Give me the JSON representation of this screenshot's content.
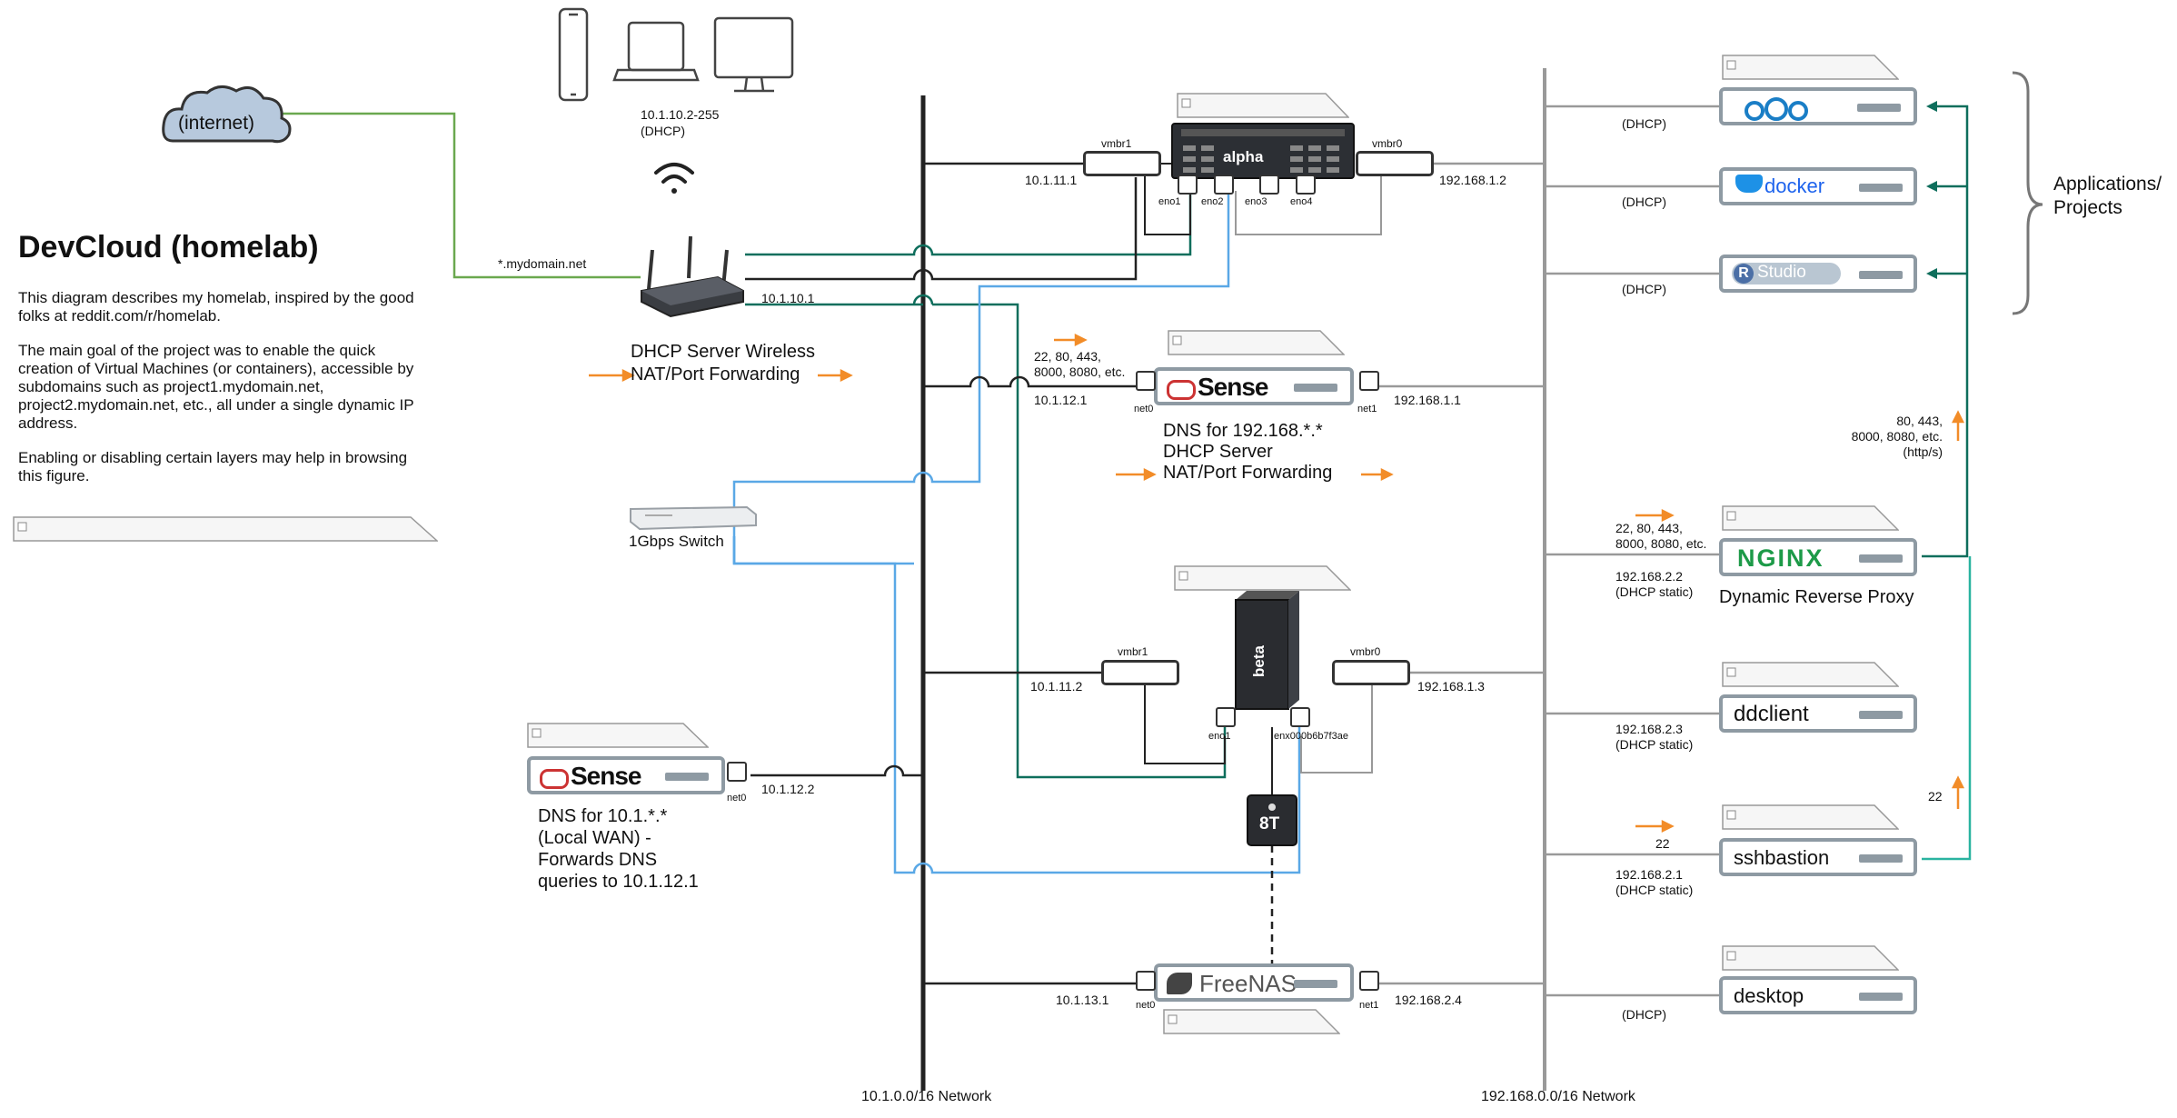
{
  "intro": {
    "title": "DevCloud (homelab)",
    "paragraphs": [
      "This diagram describes my homelab, inspired by the good folks at reddit.com/r/homelab.",
      "The main goal of the project was to enable the quick creation of Virtual Machines (or containers), accessible by subdomains such as project1.mydomain.net, project2.mydomain.net, etc., all under a single dynamic IP address.",
      "Enabling or disabling certain layers may help in browsing this figure."
    ]
  },
  "internet": {
    "label": "(internet)",
    "link_label": "*.mydomain.net"
  },
  "clients": {
    "range": "10.1.10.2-255",
    "mode": "(DHCP)"
  },
  "router": {
    "ip": "10.1.10.1",
    "label_line1": "DHCP Server Wireless",
    "label_line2": "NAT/Port Forwarding"
  },
  "switch": {
    "label": "1Gbps Switch"
  },
  "alpha": {
    "name": "alpha",
    "vmbr1": "vmbr1",
    "vmbr0": "vmbr0",
    "ip_left": "10.1.11.1",
    "ip_right": "192.168.1.2",
    "ports": [
      "eno1",
      "eno2",
      "eno3",
      "eno4"
    ]
  },
  "pfsense_main": {
    "logo": "Sense",
    "ports_label": "22, 80, 443,\n8000, 8080, etc.",
    "net0": "net0",
    "net1": "net1",
    "ip_left": "10.1.12.1",
    "ip_right": "192.168.1.1",
    "desc_line1": "DNS for 192.168.*.*",
    "desc_line2": "DHCP Server",
    "desc_line3": "NAT/Port Forwarding"
  },
  "beta": {
    "name": "beta",
    "vmbr1": "vmbr1",
    "vmbr0": "vmbr0",
    "ip_left": "10.1.11.2",
    "ip_right": "192.168.1.3",
    "port_left": "eno1",
    "port_right": "enx000b6b7f3ae",
    "disk": "8T"
  },
  "pfsense_local": {
    "logo": "Sense",
    "net0": "net0",
    "ip": "10.1.12.2",
    "desc": "DNS for 10.1.*.*\n(Local WAN) -\nForwards DNS\nqueries to 10.1.12.1"
  },
  "freenas": {
    "logo": "FreeNAS",
    "net0": "net0",
    "net1": "net1",
    "ip_left": "10.1.13.1",
    "ip_right": "192.168.2.4"
  },
  "networks": {
    "left": "10.1.0.0/16 Network",
    "right": "192.168.0.0/16 Network"
  },
  "apps_label": "Applications/\nProjects",
  "proxy_ports": "80, 443,\n8000, 8080, etc.\n(http/s)",
  "services": [
    {
      "id": "nextcloud",
      "logo": "ooo",
      "addr": "(DHCP)"
    },
    {
      "id": "docker",
      "logo": "docker",
      "addr": "(DHCP)"
    },
    {
      "id": "rstudio",
      "logo": "Studio",
      "logo_r": "R",
      "addr": "(DHCP)"
    },
    {
      "id": "nginx",
      "logo": "NGINX",
      "ports": "22, 80, 443,\n8000, 8080, etc.",
      "addr": "192.168.2.2\n(DHCP static)",
      "caption": "Dynamic Reverse Proxy"
    },
    {
      "id": "ddclient",
      "label": "ddclient",
      "addr": "192.168.2.3\n(DHCP static)"
    },
    {
      "id": "sshbastion",
      "label": "sshbastion",
      "ports": "22",
      "addr": "192.168.2.1\n(DHCP static)",
      "side_port": "22"
    },
    {
      "id": "desktop",
      "label": "desktop",
      "addr": "(DHCP)"
    }
  ],
  "colors": {
    "green": "#6aa84f",
    "teal": "#0e6e5c",
    "teal_light": "#2ab3a0",
    "blue": "#5aa8e6",
    "orange": "#f28c28",
    "grey": "#8e9aa3",
    "dark": "#222222"
  }
}
